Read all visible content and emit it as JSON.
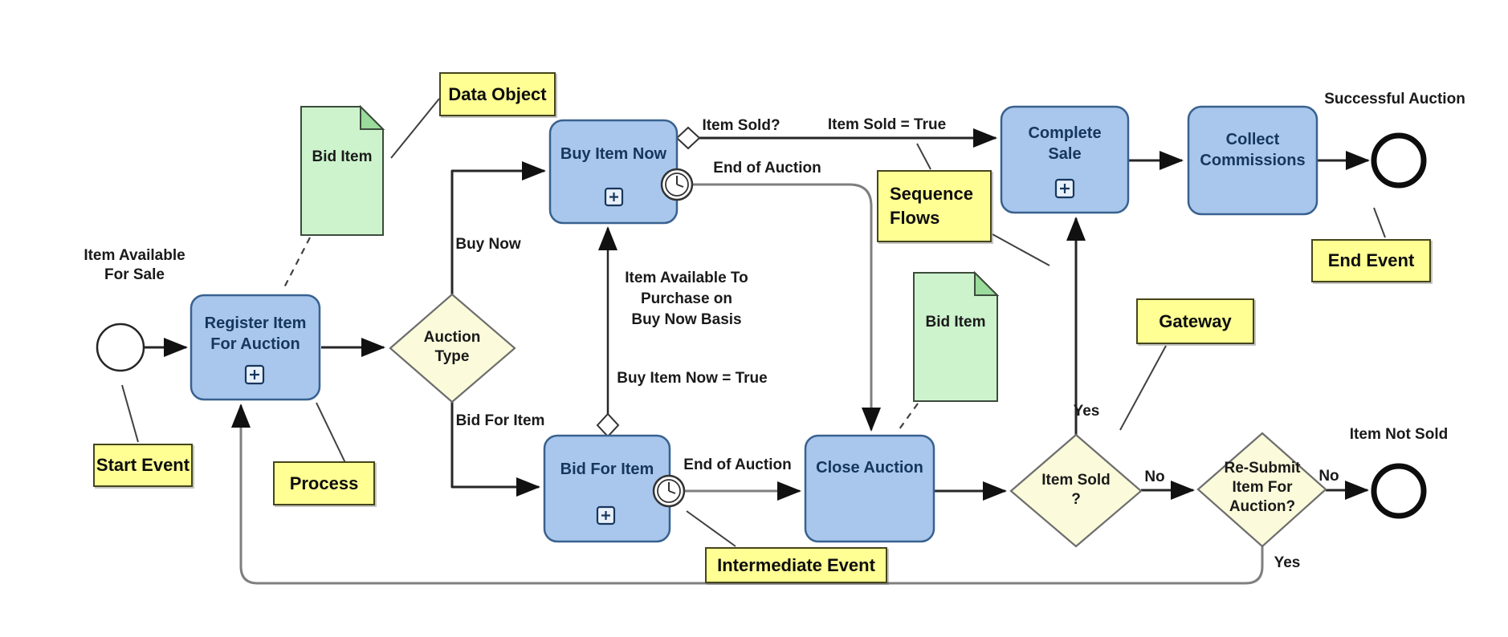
{
  "tasks": {
    "register": {
      "label": "Register Item\nFor Auction"
    },
    "buy_item_now": {
      "label": "Buy Item Now"
    },
    "bid_for_item": {
      "label": "Bid For Item"
    },
    "close_auction": {
      "label": "Close Auction"
    },
    "complete_sale": {
      "label": "Complete\nSale"
    },
    "collect_commissions": {
      "label": "Collect\nCommissions"
    }
  },
  "gateways": {
    "auction_type": {
      "label": "Auction\nType"
    },
    "item_sold": {
      "label": "Item Sold\n?"
    },
    "resubmit": {
      "label": "Re-Submit\nItem For\nAuction?"
    }
  },
  "events": {
    "start": {
      "label": "Item Available\nFor Sale"
    },
    "success_end": {
      "label": "Successful Auction"
    },
    "not_sold_end": {
      "label": "Item Not Sold"
    }
  },
  "data_objects": {
    "bid_item_top": {
      "label": "Bid Item"
    },
    "bid_item_right": {
      "label": "Bid Item"
    }
  },
  "annotations": {
    "start_event": "Start Event",
    "process": "Process",
    "data_object": "Data Object",
    "sequence_flows": "Sequence\nFlows",
    "gateway": "Gateway",
    "intermediate_event": "Intermediate Event",
    "end_event": "End Event"
  },
  "flow_labels": {
    "buy_now": "Buy Now",
    "bid_for_item": "Bid For Item",
    "item_sold_q": "Item Sold?",
    "item_sold_true": "Item Sold = True",
    "end_of_auction_top": "End of Auction",
    "end_of_auction_bottom": "End of Auction",
    "item_available_buy_now": "Item Available To\nPurchase on\nBuy Now Basis",
    "buy_item_now_true": "Buy Item Now = True",
    "yes_to_complete": "Yes",
    "no_to_resubmit": "No",
    "no_to_end": "No",
    "yes_loop": "Yes"
  },
  "colors": {
    "task_fill": "#a9c7ec",
    "task_border": "#39618f",
    "task_text": "#17365d",
    "gateway_fill": "#fbfbdb",
    "gateway_border": "#6e6e6e",
    "annotation_fill": "#ffff94",
    "annotation_border": "#45451c",
    "data_object_fill": "#cdf3cd",
    "data_object_fold": "#9bdb9b",
    "data_object_border": "#3c4b3c",
    "flow_dark": "#262626",
    "flow_gray": "#7f7f7f",
    "background": "#ffffff"
  }
}
